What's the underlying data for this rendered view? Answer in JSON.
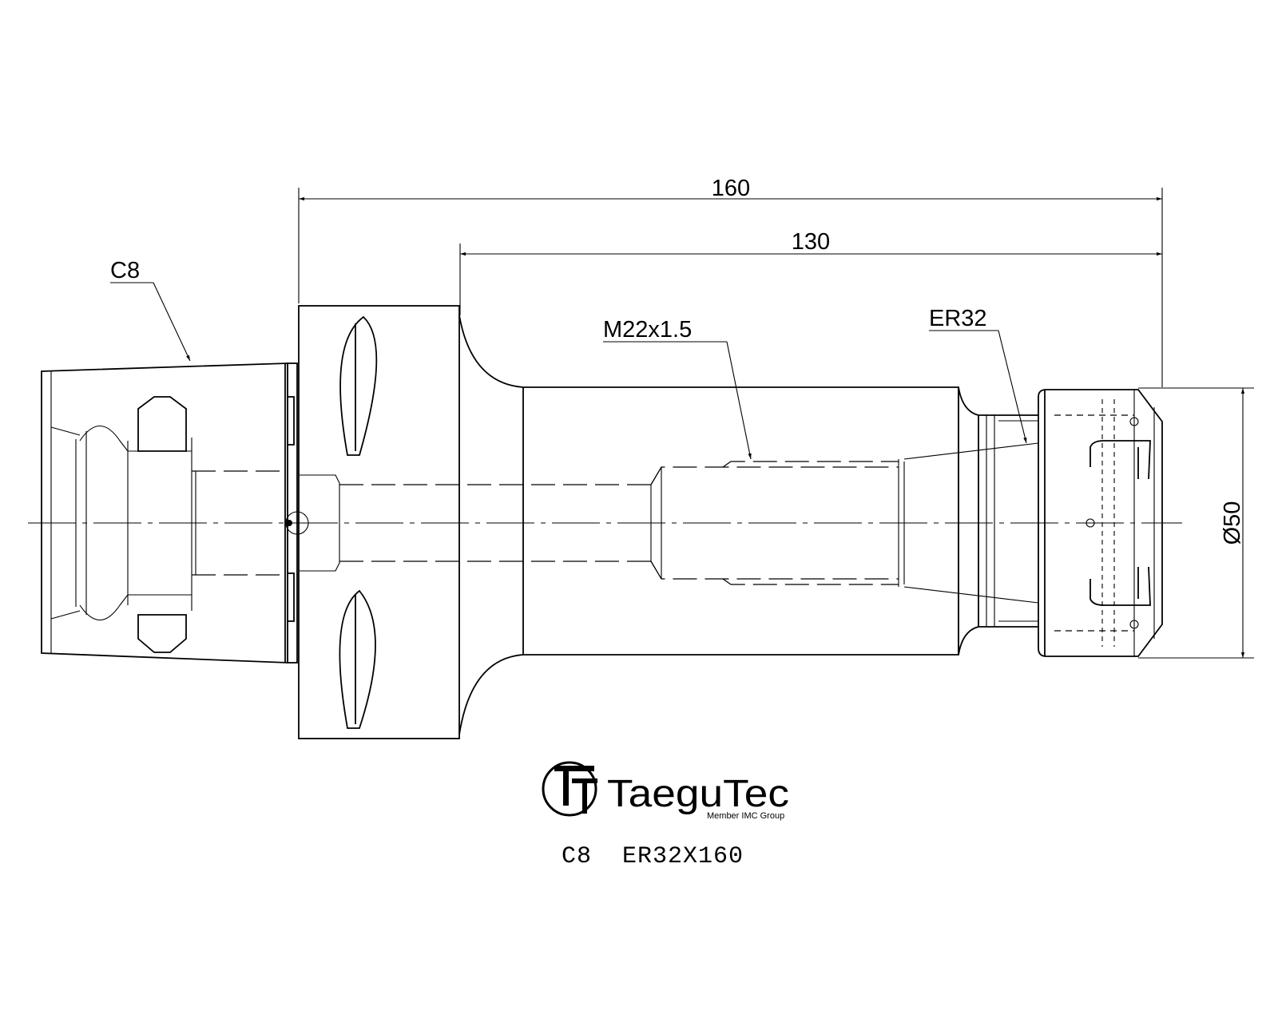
{
  "drawing": {
    "dimensions": {
      "overall_length": "160",
      "projection_length": "130",
      "diameter": "Ø50"
    },
    "callouts": {
      "shank": "C8",
      "thread": "M22x1.5",
      "collet": "ER32"
    },
    "part_code": "C8  ER32X160"
  },
  "logo": {
    "brand": "TaeguTec",
    "tagline": "Member IMC Group"
  }
}
